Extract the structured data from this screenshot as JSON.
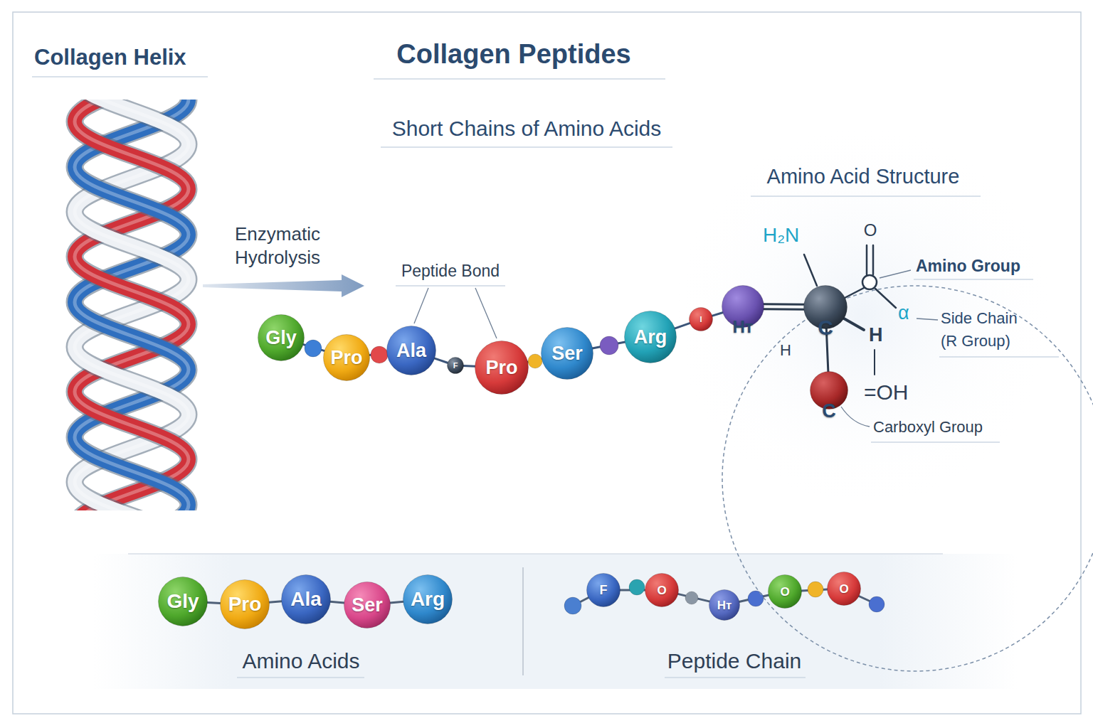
{
  "diagram": {
    "title": "Collagen Peptides",
    "nodes": [
      {
        "text": [
          "Gly"
        ]
      },
      {
        "text": [
          "Pro"
        ]
      },
      {
        "text": [
          "Ala"
        ]
      },
      {
        "text": [
          "F"
        ]
      },
      {
        "text": [
          "Pro"
        ]
      },
      {
        "text": [
          "Ser"
        ]
      },
      {
        "text": [
          "Arg"
        ]
      },
      {
        "text": [
          "I"
        ]
      },
      {
        "text": [
          "Amino Acid Structure"
        ]
      },
      {
        "text": [
          "Hт"
        ],
        "in": 8
      },
      {
        "text": [
          "C"
        ],
        "in": 8
      },
      {
        "text": [
          "C"
        ],
        "in": 8
      },
      {
        "text": [
          "Gly"
        ]
      },
      {
        "text": [
          "Pro"
        ]
      },
      {
        "text": [
          "Ala"
        ]
      },
      {
        "text": [
          "Ser"
        ]
      },
      {
        "text": [
          "Arg"
        ]
      },
      {
        "text": [
          "F"
        ]
      },
      {
        "text": [
          "O"
        ]
      },
      {
        "text": [
          "Hт"
        ]
      },
      {
        "text": [
          "O"
        ]
      },
      {
        "text": [
          "O"
        ]
      }
    ],
    "edges": [
      {
        "from": 0,
        "to": 1,
        "arrow": "none"
      },
      {
        "from": 1,
        "to": 2,
        "arrow": "none"
      },
      {
        "from": 2,
        "to": 3,
        "arrow": "none"
      },
      {
        "from": 3,
        "to": 4,
        "arrow": "none"
      },
      {
        "from": 4,
        "to": 5,
        "arrow": "none"
      },
      {
        "from": 5,
        "to": 6,
        "arrow": "none"
      },
      {
        "from": 6,
        "to": 7,
        "arrow": "none"
      },
      {
        "from": 7,
        "to": 9,
        "arrow": "none"
      },
      {
        "from": 9,
        "to": 10,
        "arrow": "none"
      },
      {
        "from": 10,
        "to": 11,
        "arrow": "none"
      },
      {
        "from": 12,
        "to": 13,
        "arrow": "none"
      },
      {
        "from": 13,
        "to": 14,
        "arrow": "none"
      },
      {
        "from": 14,
        "to": 15,
        "arrow": "none"
      },
      {
        "from": 15,
        "to": 16,
        "arrow": "none"
      },
      {
        "from": 17,
        "to": 18,
        "arrow": "none"
      },
      {
        "from": 18,
        "to": 19,
        "arrow": "none"
      },
      {
        "from": 19,
        "to": 20,
        "arrow": "none"
      },
      {
        "from": 20,
        "to": 21,
        "arrow": "none"
      }
    ],
    "labels": [
      "Collagen Helix",
      "Short Chains of Amino Acids",
      "Enzymatic Hydrolysis",
      "Peptide Bond",
      "H₂N",
      "O",
      "Amino Group",
      "α",
      "Side Chain (R Group)",
      "H",
      "H",
      "=OH",
      "Carboxyl Group",
      "Amino Acids",
      "Peptide Chain"
    ]
  }
}
